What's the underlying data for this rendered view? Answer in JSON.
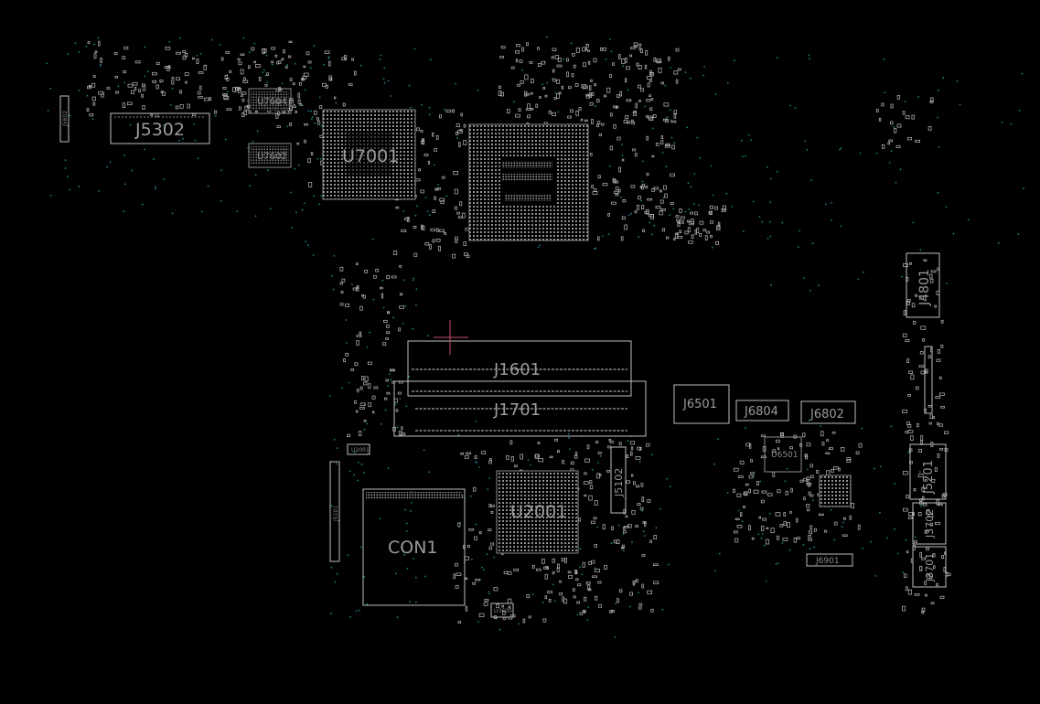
{
  "colors": {
    "background": "#000000",
    "outline": "#bdbdbd",
    "label": "#9a9a9a",
    "via": "#1f7f86",
    "cursor": "#c0506a"
  },
  "components": {
    "J5302": "J5302",
    "U7001": "U7001",
    "U7604": "U7604",
    "U7602": "U7602",
    "J1601": "J1601",
    "J1701": "J1701",
    "J6501": "J6501",
    "J6804": "J6804",
    "J6802": "J6802",
    "U6501": "U6501",
    "J6901": "J6901",
    "CON1": "CON1",
    "U2001": "U2001",
    "J5102": "J5102",
    "J4801": "J4801",
    "J5201": "J5201",
    "J3702": "J3702",
    "J3701": "J3701",
    "J5101": "J5101",
    "U2001_small": "U2001",
    "U3600": "U3600",
    "J5802": "J5802"
  }
}
